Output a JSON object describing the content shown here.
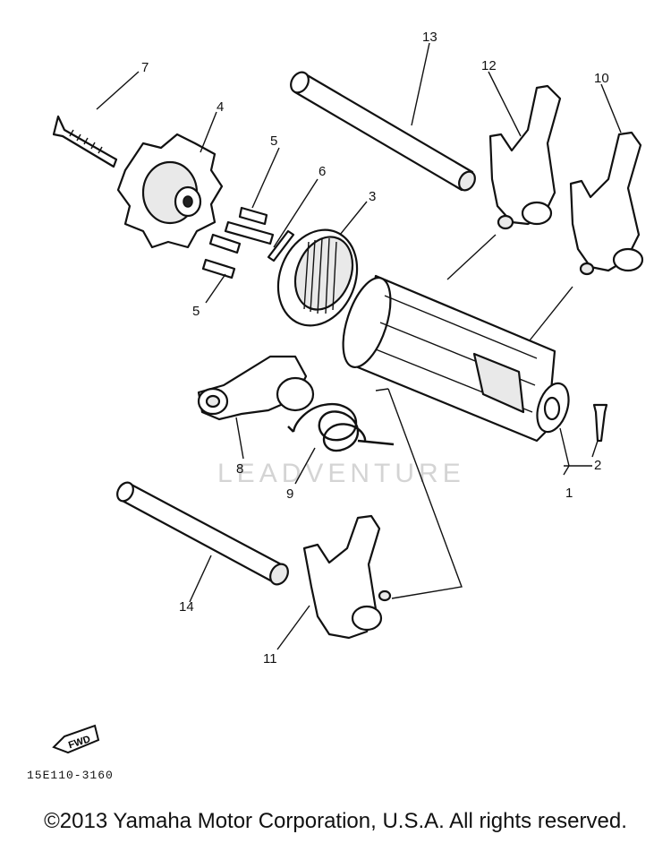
{
  "callouts": {
    "c1": "1",
    "c2": "2",
    "c3": "3",
    "c4": "4",
    "c5a": "5",
    "c5b": "5",
    "c6": "6",
    "c7": "7",
    "c8": "8",
    "c9": "9",
    "c10": "10",
    "c11": "11",
    "c12": "12",
    "c13": "13",
    "c14": "14"
  },
  "fwd_label": "FWD",
  "watermark": "LEADVENTURE",
  "reference_code": "15E110-3160",
  "copyright": "©2013 Yamaha Motor Corporation, U.S.A. All rights reserved.",
  "colors": {
    "ink": "#111111",
    "background": "#ffffff",
    "watermark": "#d4d4d4"
  }
}
